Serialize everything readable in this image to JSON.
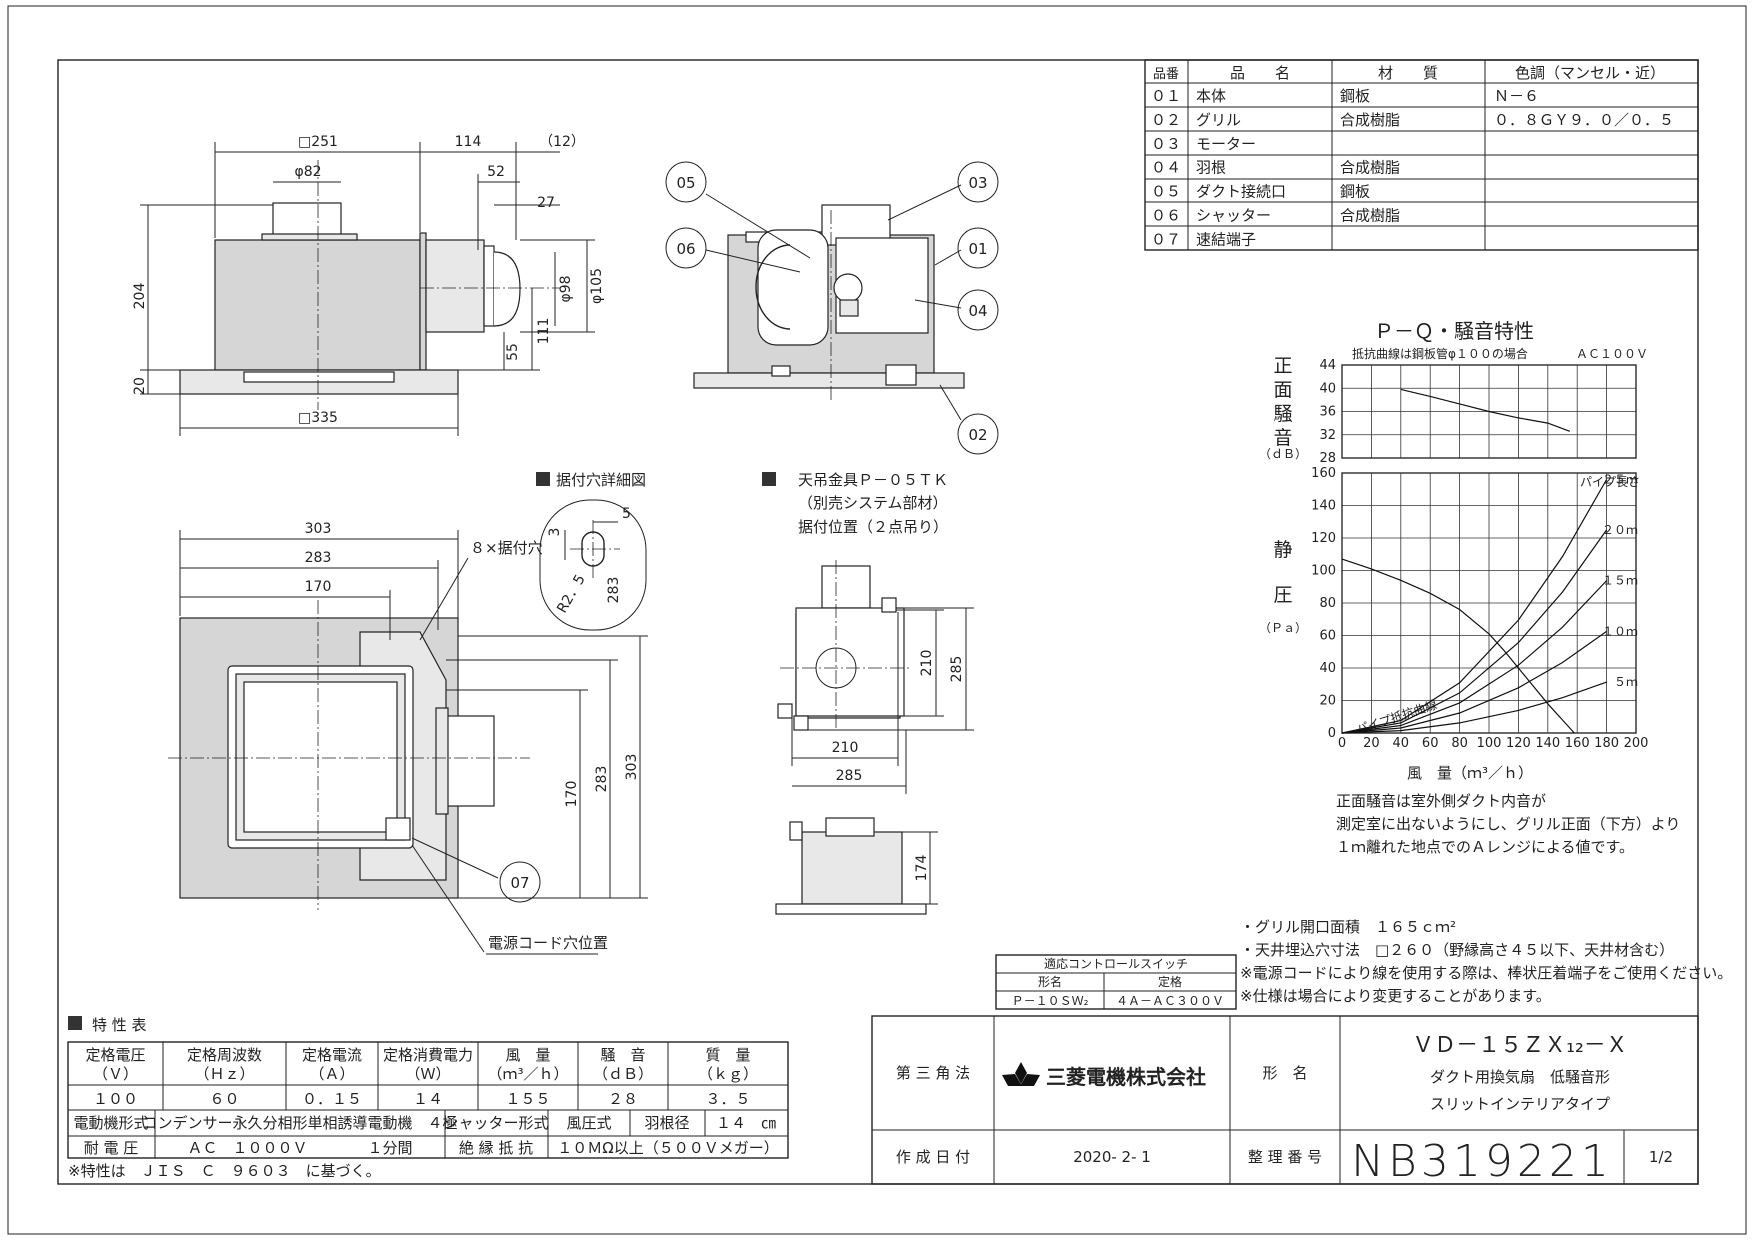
{
  "parts_table": {
    "headers": [
      "品番",
      "品　　名",
      "材　　質",
      "色調（マンセル・近）"
    ],
    "rows": [
      [
        "０１",
        "本体",
        "鋼板",
        "Ｎ－６"
      ],
      [
        "０２",
        "グリル",
        "合成樹脂",
        "０．８ＧＹ９．０／０．５"
      ],
      [
        "０３",
        "モーター",
        "",
        ""
      ],
      [
        "０４",
        "羽根",
        "合成樹脂",
        ""
      ],
      [
        "０５",
        "ダクト接続口",
        "鋼板",
        ""
      ],
      [
        "０６",
        "シャッター",
        "合成樹脂",
        ""
      ],
      [
        "０７",
        "速結端子",
        "",
        ""
      ]
    ]
  },
  "front_view_dims": {
    "w251": "□251",
    "w114": "114",
    "w12": "（12）",
    "phi82": "φ82",
    "w52": "52",
    "w27": "27",
    "h204": "204",
    "phi98": "φ98",
    "phi105": "φ105",
    "h55": "55",
    "h111": "111",
    "h20": "20",
    "w335": "□335"
  },
  "callouts": [
    "05",
    "03",
    "06",
    "01",
    "04",
    "02",
    "07"
  ],
  "mount_detail": {
    "title": "据付穴詳細図",
    "d5": "5",
    "d3": "3",
    "r25": "R2．5",
    "d283": "283"
  },
  "hanger": {
    "title": "天吊金具Ｐ－０５ＴＫ",
    "sub1": "（別売システム部材）",
    "sub2": "据付位置（２点吊り）",
    "d210v": "210",
    "d285v": "285",
    "d210h": "210",
    "d285h": "285",
    "d174": "174"
  },
  "plan_dims": {
    "d303": "303",
    "d283": "283",
    "d170": "170",
    "holes": "８×据付穴",
    "v170": "170",
    "v283": "283",
    "v303": "303",
    "cord": "電源コード穴位置"
  },
  "chart_data": {
    "type": "line",
    "title": "Ｐ－Ｑ・騒音特性",
    "noise_panel": {
      "note": "抵抗曲線は鋼板管φ１００の場合",
      "voltage": "ＡＣ１００Ｖ",
      "ylabel": "正面騒音",
      "yunit": "（ｄＢ）",
      "ylim": [
        28,
        44
      ],
      "yticks": [
        28,
        32,
        36,
        40,
        44
      ],
      "series": [
        {
          "x": [
            40,
            60,
            80,
            100,
            120,
            140,
            155
          ],
          "y": [
            39.8,
            38.6,
            37.3,
            36.0,
            34.9,
            34.0,
            32.6
          ]
        }
      ]
    },
    "pq_panel": {
      "ylabel": [
        "静",
        "圧"
      ],
      "yunit": "（Ｐａ）",
      "xlabel": "風　量（ｍ³／ｈ）",
      "xlim": [
        0,
        200
      ],
      "ylim": [
        0,
        160
      ],
      "xticks": [
        0,
        20,
        40,
        60,
        80,
        100,
        120,
        140,
        160,
        180,
        200
      ],
      "yticks": [
        0,
        20,
        40,
        60,
        80,
        100,
        120,
        140,
        160
      ],
      "pipe_label": "パイプ長さ",
      "resistance_label": "パイプ抵抗曲線",
      "pq_curve": {
        "x": [
          0,
          20,
          40,
          60,
          80,
          100,
          110,
          120,
          130,
          140,
          150,
          158
        ],
        "y": [
          107,
          101,
          94,
          86,
          76,
          61,
          51,
          40,
          29,
          18,
          8,
          0
        ]
      },
      "pipe_curves": [
        {
          "name": "２５ｍ",
          "x": [
            0,
            40,
            80,
            120,
            150,
            180
          ],
          "y": [
            0,
            7.7,
            30.9,
            69.5,
            108.6,
            156
          ]
        },
        {
          "name": "２０ｍ",
          "x": [
            0,
            40,
            80,
            120,
            150,
            180
          ],
          "y": [
            0,
            6.2,
            24.7,
            55.6,
            86.8,
            125
          ]
        },
        {
          "name": "１５ｍ",
          "x": [
            0,
            40,
            80,
            120,
            150,
            180
          ],
          "y": [
            0,
            4.6,
            18.5,
            41.7,
            65.1,
            93.8
          ]
        },
        {
          "name": "１０ｍ",
          "x": [
            0,
            40,
            80,
            120,
            150,
            180
          ],
          "y": [
            0,
            3.1,
            12.3,
            27.8,
            43.4,
            62.5
          ]
        },
        {
          "name": "５ｍ",
          "x": [
            0,
            40,
            80,
            120,
            150,
            180
          ],
          "y": [
            0,
            1.5,
            6.2,
            13.9,
            21.7,
            31.3
          ]
        }
      ]
    }
  },
  "noise_note": [
    "正面騒音は室外側ダクト内音が",
    "測定室に出ないようにし、グリル正面（下方）より",
    "１ｍ離れた地点でのＡレンジによる値です。"
  ],
  "notes": [
    "・グリル開口面積　１６５ｃｍ²",
    "・天井埋込穴寸法　□２６０（野縁高さ４５以下、天井材含む）",
    "※電源コードにより線を使用する際は、棒状圧着端子をご使用ください。",
    "※仕様は場合により変更することがあります。"
  ],
  "switch_table": {
    "title": "適応コントロールスイッチ",
    "headers": [
      "形名",
      "定格"
    ],
    "row": [
      "Ｐ－１０ＳＷ₂",
      "４Ａ－ＡＣ３００Ｖ"
    ]
  },
  "spec": {
    "title": "特 性 表",
    "headers": [
      [
        "定格電圧",
        "（Ｖ）"
      ],
      [
        "定格周波数",
        "（Ｈｚ）"
      ],
      [
        "定格電流",
        "（Ａ）"
      ],
      [
        "定格消費電力",
        "（Ｗ）"
      ],
      [
        "風　量",
        "（ｍ³／ｈ）"
      ],
      [
        "騒　音",
        "（ｄＢ）"
      ],
      [
        "質　量",
        "（ｋｇ）"
      ]
    ],
    "values": [
      "１００",
      "６０",
      "０．１５",
      "１４",
      "１５５",
      "２８",
      "３．５"
    ],
    "r3": [
      "電動機形式",
      "コンデンサー永久分相形単相誘導電動機　４極",
      "シャッター形式",
      "風圧式",
      "羽根径",
      "１４　㎝"
    ],
    "r4": [
      "耐 電 圧",
      "ＡＣ　１０００Ｖ　　　　１分間",
      "絶 縁 抵 抗",
      "１０ＭΩ以上（５００Ｖメガー）"
    ],
    "note": "※特性は　ＪＩＳ　Ｃ　９６０３　に基づく。"
  },
  "title_block": {
    "angle": "第 三 角 法",
    "company": "三菱電機株式会社",
    "model_label": "形　名",
    "model": "ＶＤ－１５ＺＸ₁₂－Ｘ",
    "desc1": "ダクト用換気扇　低騒音形",
    "desc2": "スリットインテリアタイプ",
    "date_label": "作 成 日 付",
    "date": "2020- 2- 1",
    "number_label": "整 理 番 号",
    "number": "NB319221",
    "page": "1/2"
  }
}
